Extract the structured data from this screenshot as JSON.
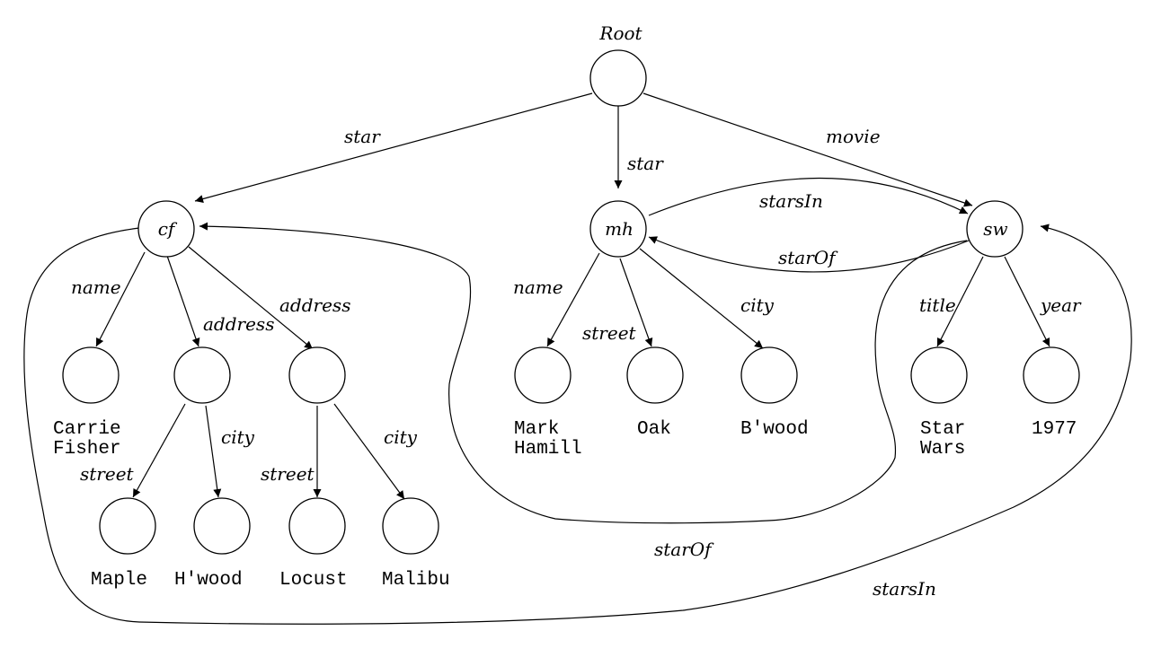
{
  "root_label": "Root",
  "nodes": {
    "cf": "cf",
    "mh": "mh",
    "sw": "sw"
  },
  "edges": {
    "root_cf": "star",
    "root_mh": "star",
    "root_sw": "movie",
    "mh_sw": "starsIn",
    "sw_mh": "starOf",
    "cf_name": "name",
    "cf_addr1": "address",
    "cf_addr2": "address",
    "a1_street": "street",
    "a1_city": "city",
    "a2_street": "street",
    "a2_city": "city",
    "mh_name": "name",
    "mh_street": "street",
    "mh_city": "city",
    "sw_title": "title",
    "sw_year": "year",
    "sw_cf_loop": "starOf",
    "cf_sw_loop": "starsIn"
  },
  "values": {
    "carrie_fisher": [
      "Carrie",
      "Fisher"
    ],
    "maple": "Maple",
    "hwood": "H'wood",
    "locust": "Locust",
    "malibu": "Malibu",
    "mark_hamill": [
      "Mark",
      "Hamill"
    ],
    "oak": "Oak",
    "bwood": "B'wood",
    "star_wars": [
      "Star",
      "Wars"
    ],
    "year_1977": "1977"
  }
}
